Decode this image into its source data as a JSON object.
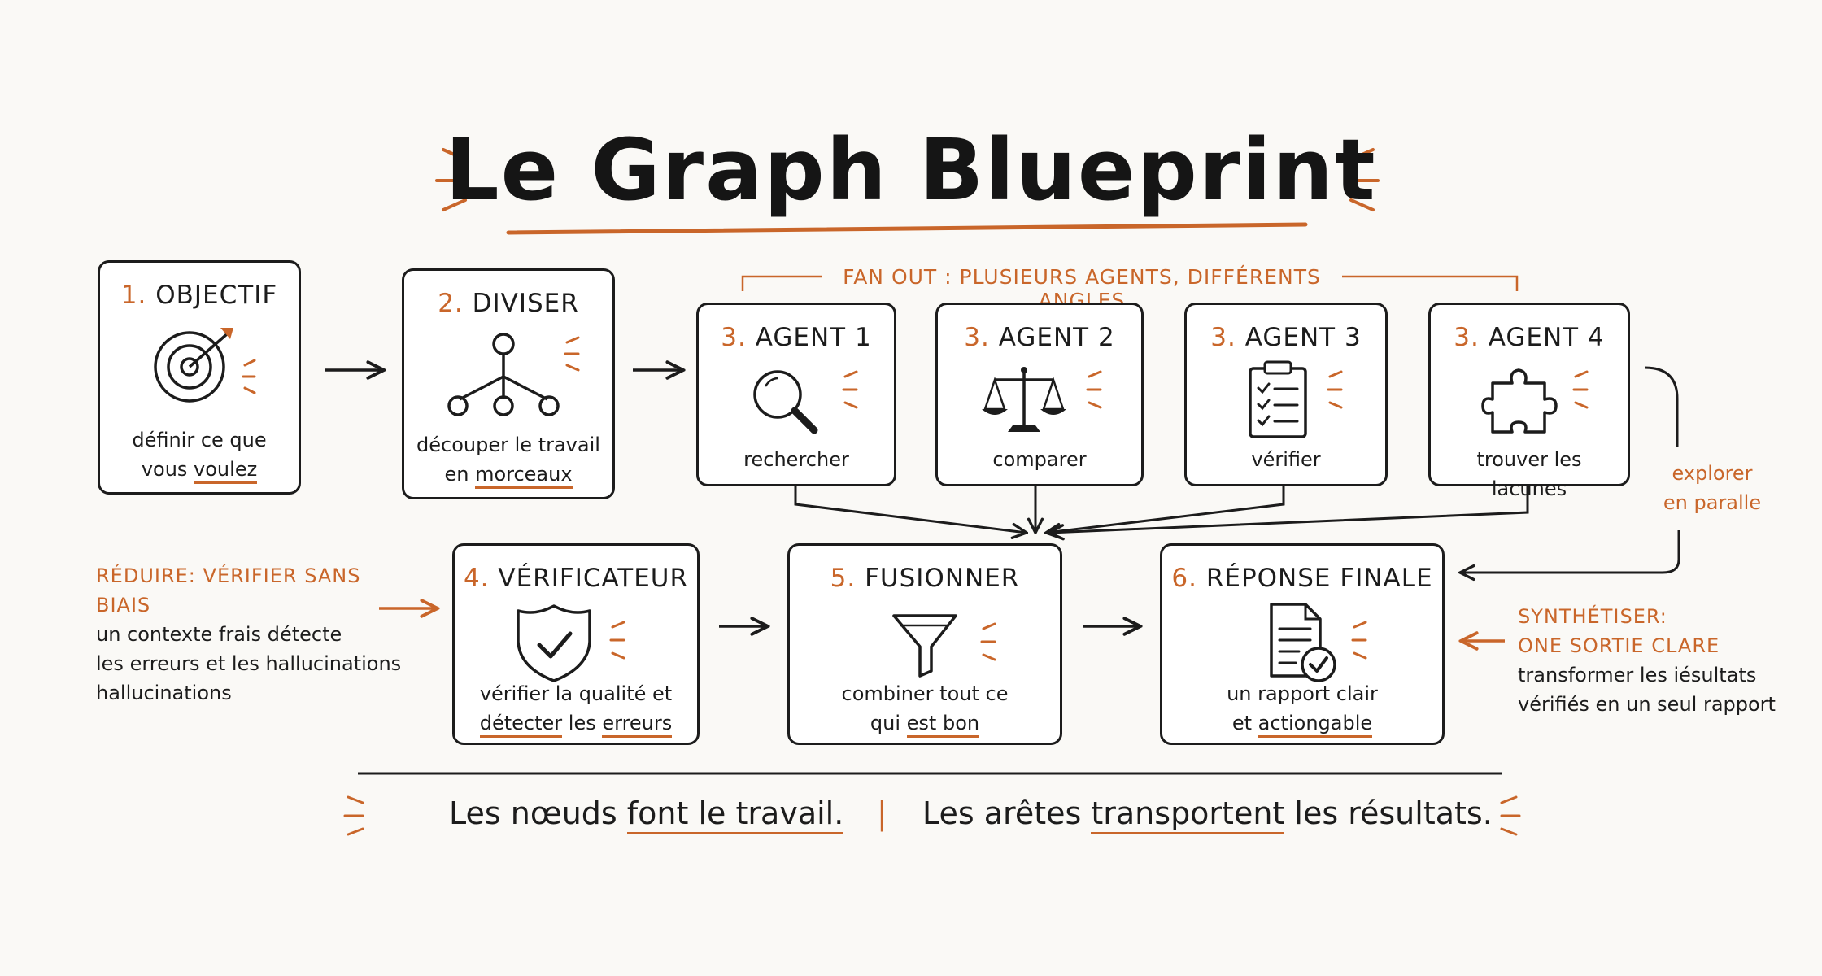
{
  "title": "Le Graph Blueprint",
  "fan_out_label": "FAN OUT : PLUSIEURS AGENTS, DIFFÉRENTS ANGLES",
  "nodes": {
    "objectif": {
      "num": "1.",
      "name": "OBJECTIF",
      "desc1": "définir ce que",
      "desc2a": "vous ",
      "desc2b": "voulez"
    },
    "diviser": {
      "num": "2.",
      "name": "DIVISER",
      "desc1": "découper le travail",
      "desc2a": "en ",
      "desc2b": "morceaux"
    },
    "agent1": {
      "num": "3.",
      "name": "AGENT 1",
      "desc": "rechercher"
    },
    "agent2": {
      "num": "3.",
      "name": "AGENT 2",
      "desc": "comparer"
    },
    "agent3": {
      "num": "3.",
      "name": "AGENT 3",
      "desc": "vérifier"
    },
    "agent4": {
      "num": "3.",
      "name": "AGENT 4",
      "desc": "trouver les lacunes"
    },
    "verificateur": {
      "num": "4.",
      "name": "VÉRIFICATEUR",
      "desc1": "vérifier la qualité et",
      "desc2a": "détecter",
      "desc2b": " les ",
      "desc2c": "erreurs"
    },
    "fusionner": {
      "num": "5.",
      "name": "FUSIONNER",
      "desc1": "combiner tout ce",
      "desc2a": "qui ",
      "desc2b": "est bon"
    },
    "reponse": {
      "num": "6.",
      "name": "RÉPONSE FINALE",
      "desc1": "un rapport clair",
      "desc2a": "et ",
      "desc2b": "actiongable"
    }
  },
  "side_notes": {
    "explorer": {
      "line1": "explorer",
      "line2": "en paralle"
    },
    "reduire": {
      "label": "RÉDUIRE: VÉRIFIER SANS BIAIS",
      "line1": "un contexte frais détecte",
      "line2": "les erreurs et les hallucinations",
      "line3": "hallucinations"
    },
    "synthetiser": {
      "label1": "SYNTHÉTISER:",
      "label2": "ONE SORTIE CLARE",
      "line1": "transformer les iésultats",
      "line2": "vérifiés en un seul rapport"
    }
  },
  "footer": {
    "left_a": "Les nœuds ",
    "left_b": "font",
    "left_c": " le ",
    "left_d": "travail.",
    "sep": "|",
    "right_a": "Les arêtes ",
    "right_b": "transportent",
    "right_c": " les résultats."
  },
  "colors": {
    "accent": "#c9662a",
    "ink": "#1c1c1c",
    "background": "#faf9f6"
  },
  "icons": [
    "target-icon",
    "tree-icon",
    "magnifier-icon",
    "scales-icon",
    "checklist-icon",
    "puzzle-icon",
    "shield-check-icon",
    "funnel-icon",
    "document-check-icon"
  ]
}
